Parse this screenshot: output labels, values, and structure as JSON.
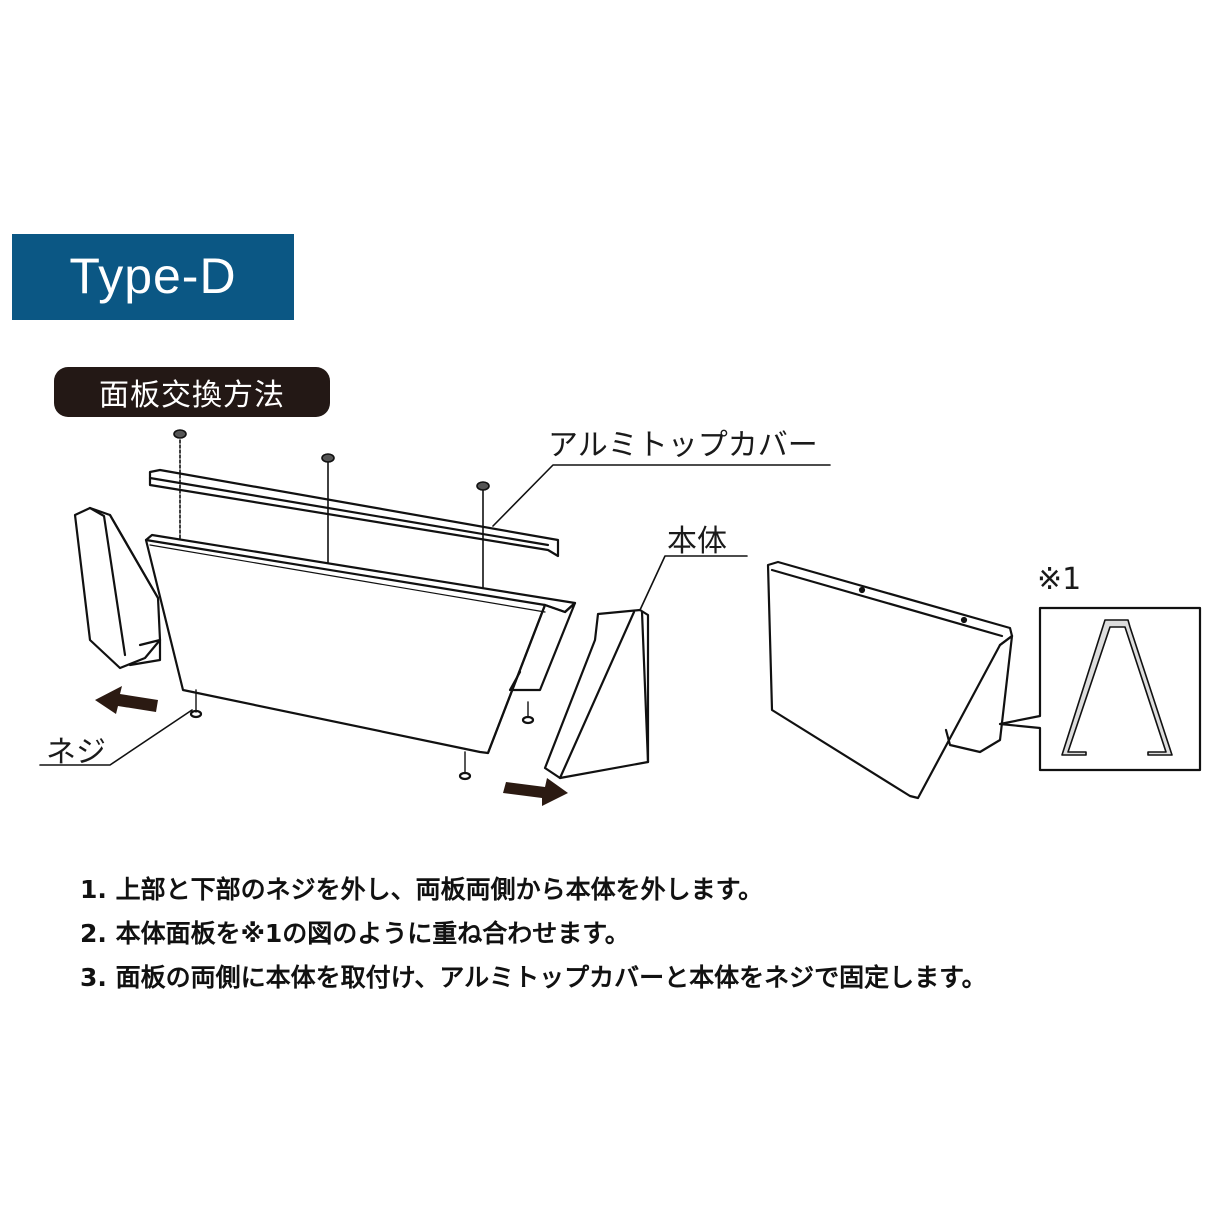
{
  "header": {
    "type_label": "Type-D",
    "type_badge_color": "#0b5784",
    "section_title": "面板交換方法",
    "section_pill_color": "#231815"
  },
  "diagram": {
    "labels": {
      "top_cover": "アルミトップカバー",
      "body": "本体",
      "screw": "ネジ",
      "note_ref": "※1"
    },
    "icons": [
      "screw-icon",
      "arrow-left-icon",
      "arrow-right-icon",
      "detail-callout-box"
    ]
  },
  "instructions": {
    "steps": [
      "1. 上部と下部のネジを外し、両板両側から本体を外します。",
      "2. 本体面板を※1の図のように重ね合わせます。",
      "3. 面板の両側に本体を取付け、アルミトップカバーと本体をネジで固定します。"
    ]
  }
}
